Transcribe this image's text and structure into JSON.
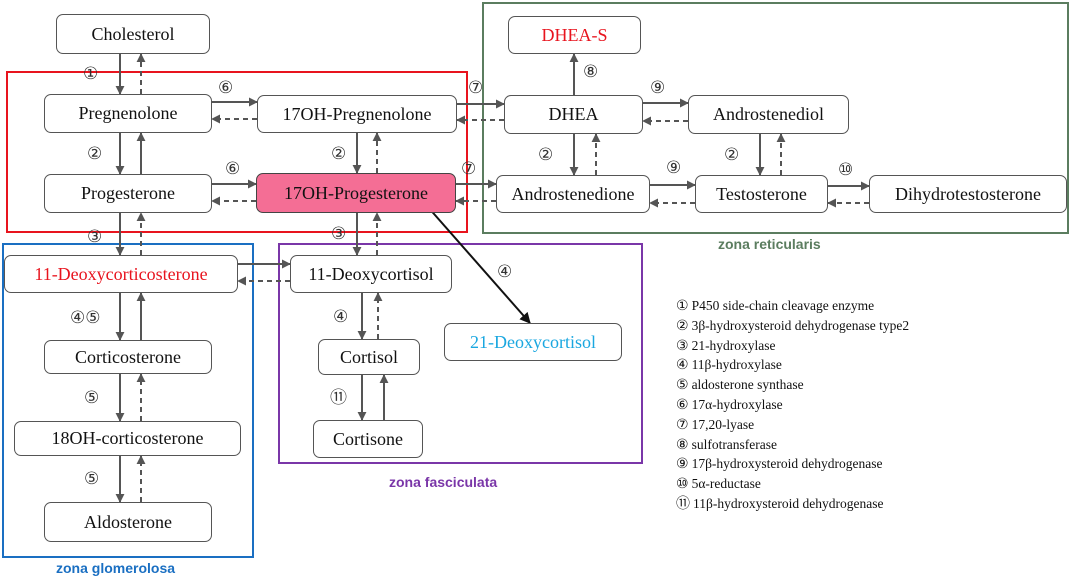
{
  "zones": {
    "reticularis": {
      "label": "zona reticularis",
      "color": "#5b7d5f"
    },
    "fasciculata": {
      "label": "zona fasciculata",
      "color": "#7a36a8"
    },
    "glomerulosa": {
      "label": "zona glomerolosa",
      "color": "#1a6fc2"
    },
    "highlight_frame": {
      "color": "#e8141e"
    }
  },
  "nodes": {
    "cholesterol": "Cholesterol",
    "pregnenolone": "Pregnenolone",
    "oh_pregnenolone": "17OH-Pregnenolone",
    "progesterone": "Progesterone",
    "oh_progesterone": "17OH-Progesterone",
    "deoxycorticosterone": "11-Deoxycorticosterone",
    "deoxycortisol": "11-Deoxycortisol",
    "corticosterone": "Corticosterone",
    "cortisol": "Cortisol",
    "oh_corticosterone": "18OH-corticosterone",
    "cortisone": "Cortisone",
    "aldosterone": "Aldosterone",
    "deoxycortisol21": "21-Deoxycortisol",
    "dhea_s": "DHEA-S",
    "dhea": "DHEA",
    "androstenediol": "Androstenediol",
    "androstenedione": "Androstenedione",
    "testosterone": "Testosterone",
    "dihydrotestosterone": "Dihydrotestosterone"
  },
  "steps": {
    "s1": "①",
    "s2": "②",
    "s3": "③",
    "s4": "④",
    "s45": "④⑤",
    "s5": "⑤",
    "s6": "⑥",
    "s7": "⑦",
    "s8": "⑧",
    "s9": "⑨",
    "s10": "⑩",
    "s11": "⑪"
  },
  "legend": [
    {
      "num": "①",
      "text": "P450 side-chain cleavage enzyme"
    },
    {
      "num": "②",
      "text": "3β-hydroxysteroid dehydrogenase type2"
    },
    {
      "num": "③",
      "text": "21-hydroxylase"
    },
    {
      "num": "④",
      "text": "11β-hydroxylase"
    },
    {
      "num": "⑤",
      "text": "aldosterone synthase"
    },
    {
      "num": "⑥",
      "text": "17α-hydroxylase"
    },
    {
      "num": "⑦",
      "text": "17,20-lyase"
    },
    {
      "num": "⑧",
      "text": "sulfotransferase"
    },
    {
      "num": "⑨",
      "text": "17β-hydroxysteroid dehydrogenase"
    },
    {
      "num": "⑩",
      "text": "5α-reductase"
    },
    {
      "num": "⑪",
      "text": "11β-hydroxysteroid dehydrogenase"
    }
  ],
  "colors": {
    "node_text": "#111111",
    "node_border": "#555555",
    "arrow": "#555555",
    "red_text": "#e8141e",
    "cyan_text": "#1aa7e0",
    "highlight_fill": "#f46e95"
  }
}
